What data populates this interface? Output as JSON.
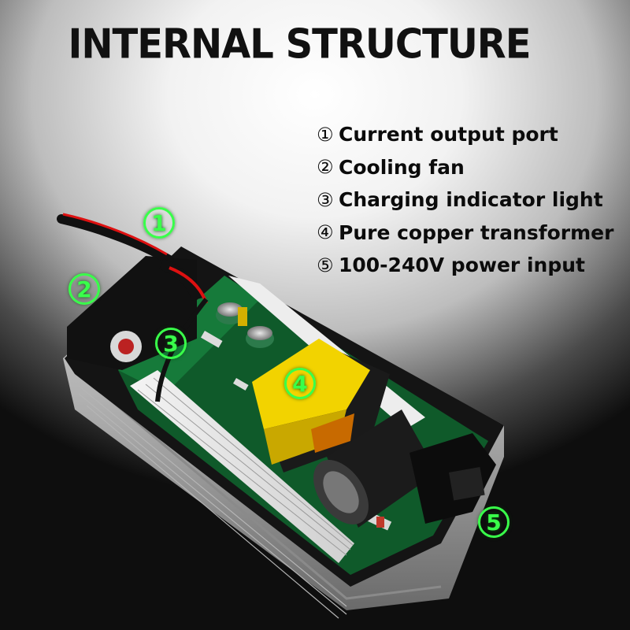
{
  "title": "INTERNAL STRUCTURE",
  "legend": [
    {
      "num": "①",
      "label": "Current output port"
    },
    {
      "num": "②",
      "label": "Cooling fan"
    },
    {
      "num": "③",
      "label": "Charging indicator light"
    },
    {
      "num": "④",
      "label": "Pure copper transformer"
    },
    {
      "num": "⑤",
      "label": "100-240V power input"
    }
  ],
  "markers": [
    "1",
    "2",
    "3",
    "4",
    "5"
  ],
  "colors": {
    "marker": "#39ff4a",
    "text": "#0b0b0b",
    "transformer": "#f2d300",
    "pcb": "#0f5a2a"
  }
}
